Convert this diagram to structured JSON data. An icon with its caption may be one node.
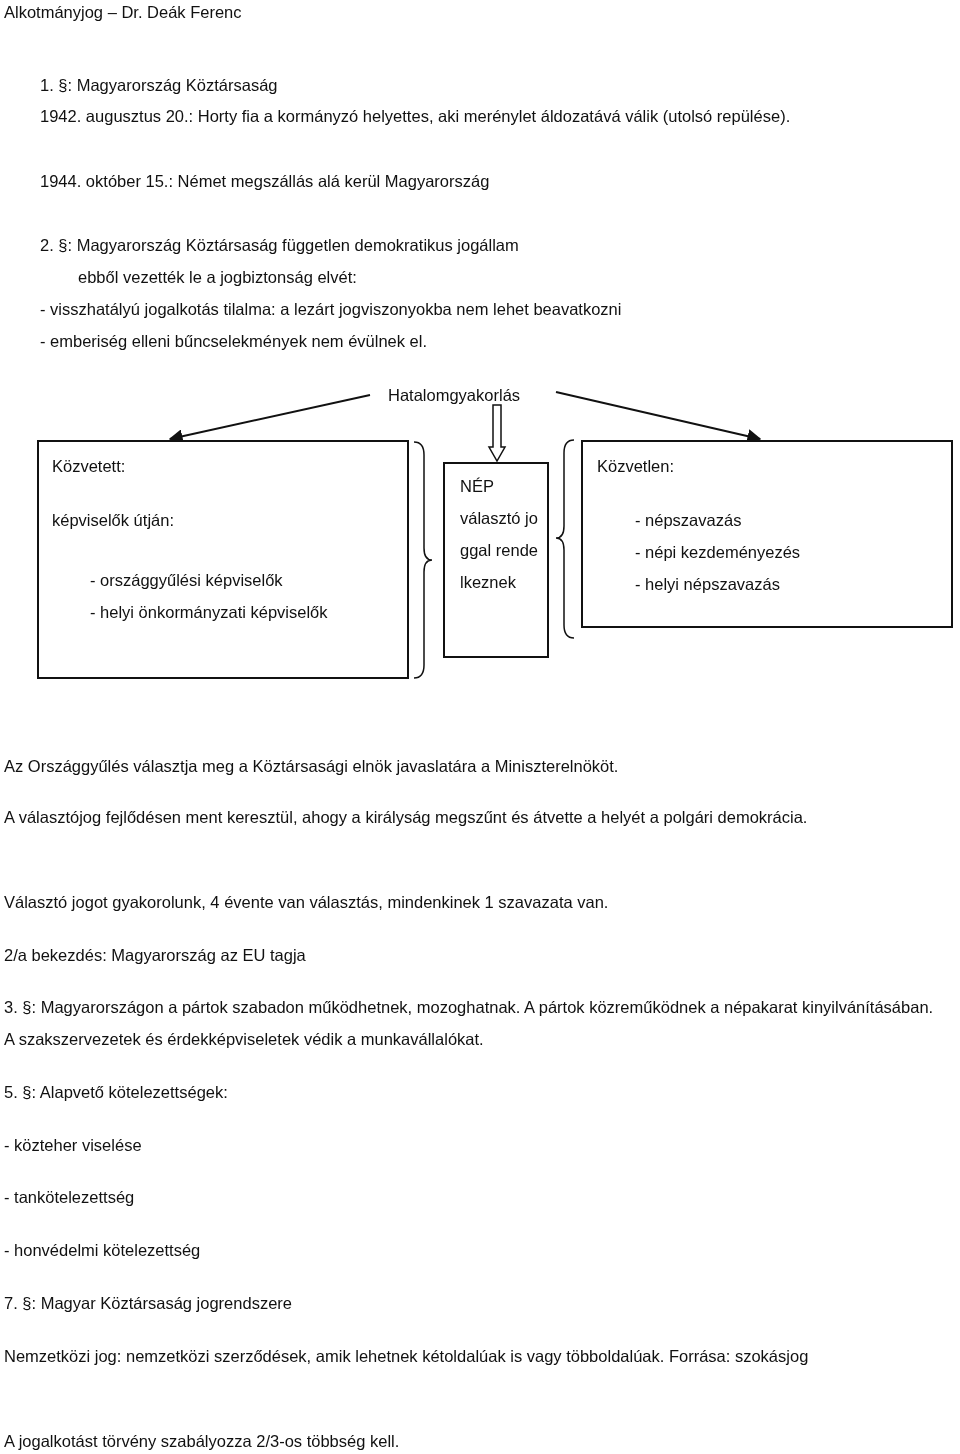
{
  "diagram": {
    "title": "Alkotmányjog – Dr. Deák Ferenc",
    "nodes": [
      {
        "text": [
          "Hatalomgyakorlás"
        ]
      },
      {
        "text": [
          "Közvetett:",
          "képviselők útján:",
          "- országgyűlési képviselők",
          "- helyi önkormányzati képviselők"
        ]
      },
      {
        "text": [
          "NÉP",
          "választó joggal rendelkeznek"
        ]
      },
      {
        "text": [
          "Közvetlen:",
          "- népszavazás",
          "- népi kezdeményezés",
          "- helyi népszavazás"
        ]
      }
    ],
    "edges": [
      {
        "from": 0,
        "to": 1,
        "arrow": "to"
      },
      {
        "from": 0,
        "to": 2,
        "arrow": "to",
        "style": "thick"
      },
      {
        "from": 0,
        "to": 3,
        "arrow": "to"
      }
    ],
    "labels": [
      "1. §: Magyarország Köztársaság",
      "1942. augusztus 20.: Horty fia a kormányzó helyettes, aki merénylet áldozatává válik (utolsó repülése).",
      "1944. október 15.: Német megszállás alá kerül Magyarország",
      "2. §: Magyarország Köztársaság független demokratikus jogállam",
      "ebből vezették le a jogbiztonság elvét:",
      "- visszhatályú jogalkotás tilalma: a lezárt jogviszonyokba nem lehet beavatkozni",
      "- emberiség elleni bűncselekmények nem évülnek el.",
      "Az Országgyűlés választja meg a Köztársasági elnök javaslatára a Miniszterelnököt.",
      "A választójog fejlődésen ment keresztül, ahogy a királyság megszűnt és átvette a helyét a polgári demokrácia.",
      "Választó jogot gyakorolunk, 4 évente van választás, mindenkinek 1 szavazata van.",
      "2/a bekezdés: Magyarország az EU tagja",
      "3. §: Magyarországon a pártok szabadon működhetnek, mozoghatnak. A pártok közreműködnek a népakarat kinyilvánításában. A szakszervezetek és érdekképviseletek védik a munkavállalókat.",
      "5. §: Alapvető kötelezettségek:",
      "- közteher viselése",
      "- tankötelezettség",
      "- honvédelmi kötelezettség",
      "7. §: Magyar Köztársaság jogrendszere",
      "Nemzetközi jog: nemzetközi szerződések, amik lehetnek kétoldalúak is vagy többoldalúak. Forrása: szokásjog",
      "A jogalkotást törvény szabályozza 2/3-os többség kell."
    ]
  }
}
